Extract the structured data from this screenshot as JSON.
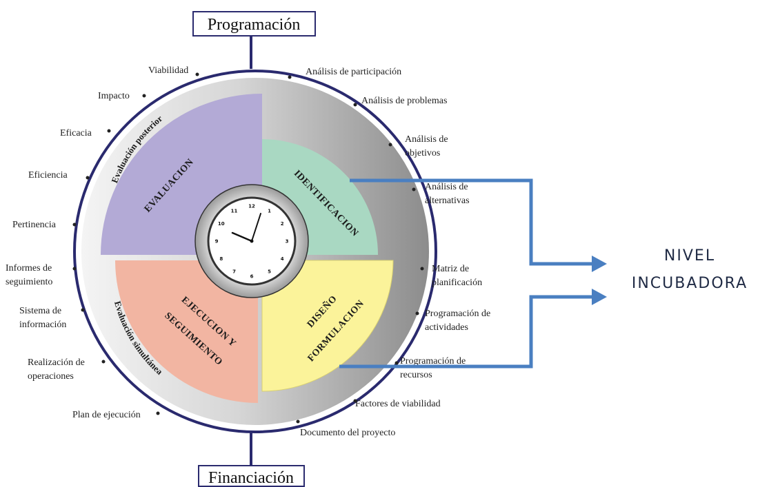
{
  "top_box": "Programación",
  "bottom_box": "Financiación",
  "phases": {
    "evaluacion": "EVALUACION",
    "identificacion": "IDENTIFICACION",
    "diseno_1": "DISEÑO",
    "diseno_2": "FORMULACION",
    "ejecucion_1": "EJECUCION Y",
    "ejecucion_2": "SEGUIMIENTO"
  },
  "ring_labels": {
    "top_left": "Evaluación posterior",
    "bottom_left": "Evaluación simultánea"
  },
  "outer_labels": {
    "viabilidad": "Viabilidad",
    "impacto": "Impacto",
    "eficacia": "Eficacia",
    "eficiencia": "Eficiencia",
    "pertinencia": "Pertinencia",
    "informes_1": "Informes de",
    "informes_2": "seguimiento",
    "sistema_1": "Sistema de",
    "sistema_2": "información",
    "realizacion_1": "Realización de",
    "realizacion_2": "operaciones",
    "plan": "Plan de ejecución",
    "analisis_part": "Análisis de participación",
    "analisis_prob": "Análisis de problemas",
    "analisis_obj_1": "Análisis de",
    "analisis_obj_2": "objetivos",
    "analisis_alt_1": "Análisis de",
    "analisis_alt_2": "alternativas",
    "matriz_1": "Matriz de",
    "matriz_2": "planificación",
    "prog_act_1": "Programación de",
    "prog_act_2": "actividades",
    "prog_rec_1": "Programación de",
    "prog_rec_2": "recursos",
    "factores": "Factores de viabilidad",
    "documento": "Documento del proyecto"
  },
  "nivel": {
    "line1": "NIVEL",
    "line2": "INCUBADORA"
  },
  "clock_numbers": [
    "12",
    "1",
    "2",
    "3",
    "4",
    "5",
    "6",
    "7",
    "8",
    "9",
    "10",
    "11"
  ],
  "colors": {
    "evaluacion": "#b3aad6",
    "identificacion": "#a9d8c2",
    "diseno": "#fbf39a",
    "ejecucion": "#f2b5a2",
    "rim": "#2a2a6e",
    "arrow": "#4a7fc1"
  }
}
